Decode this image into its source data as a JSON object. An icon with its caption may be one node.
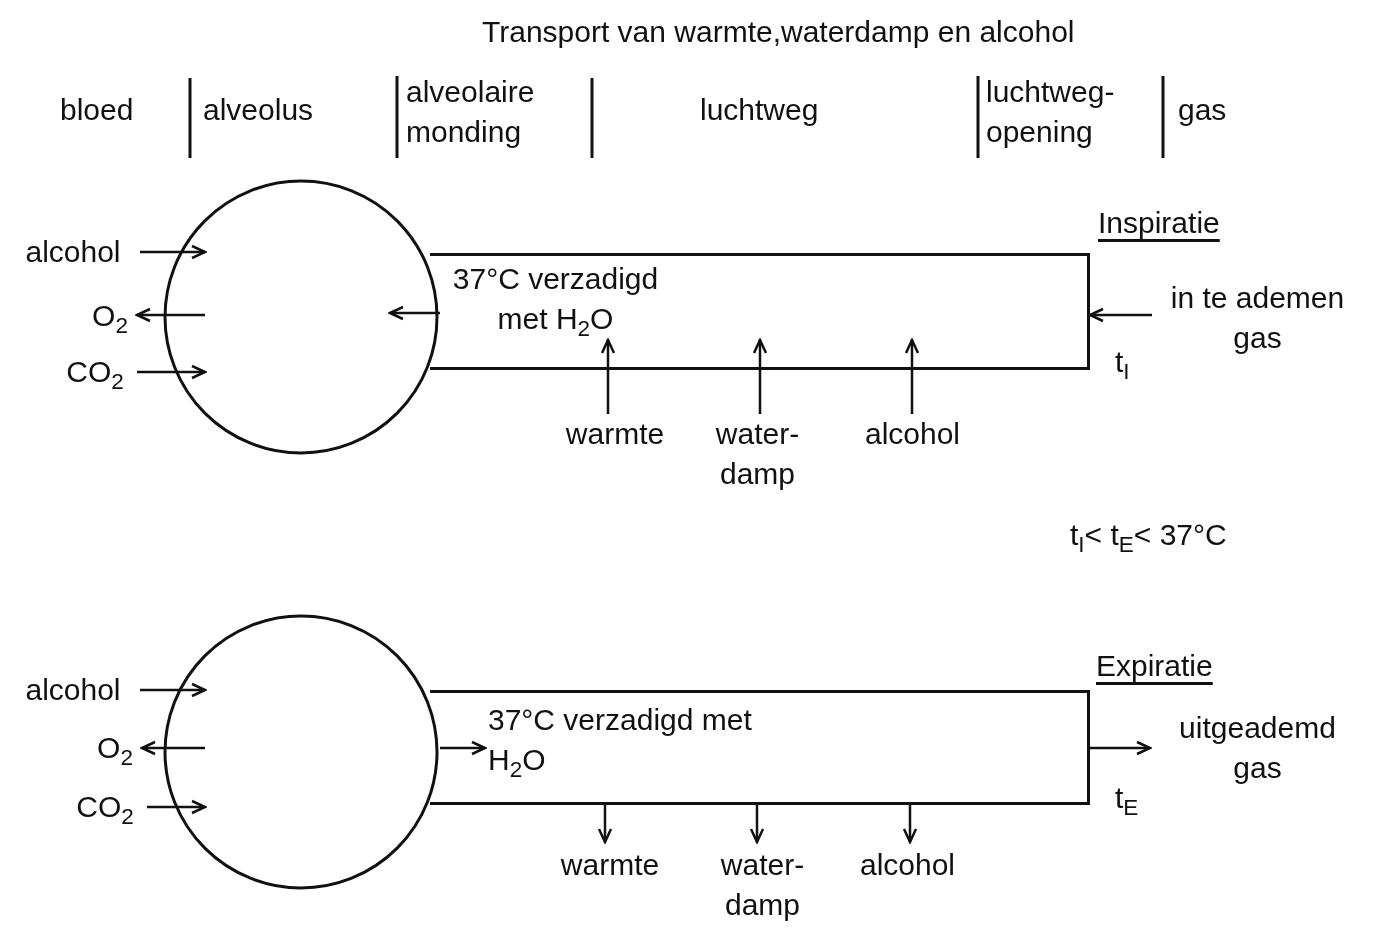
{
  "diagram": {
    "title": "Transport van warmte,waterdamp en alcohol",
    "nodes": [
      {
        "text": [],
        "shape": "circle"
      },
      {
        "text": [
          "37°C verzadigd met H$_{2}$O"
        ]
      },
      {
        "text": [
          "alcohol"
        ]
      },
      {
        "text": [
          "O$_{2}$"
        ]
      },
      {
        "text": [
          "CO$_{2}$"
        ]
      },
      {
        "text": [
          "in te ademen gas"
        ]
      },
      {
        "text": [
          "warmte"
        ]
      },
      {
        "text": [
          "water- damp"
        ]
      },
      {
        "text": [
          "alcohol"
        ]
      },
      {
        "text": [],
        "shape": "circle"
      },
      {
        "text": [
          "37°C verzadigd met H$_{2}$O"
        ]
      },
      {
        "text": [
          "alcohol"
        ]
      },
      {
        "text": [
          "O$_{2}$"
        ]
      },
      {
        "text": [
          "CO$_{2}$"
        ]
      },
      {
        "text": [
          "uitgeademd gas"
        ]
      },
      {
        "text": [
          "warmte"
        ]
      },
      {
        "text": [
          "water- damp"
        ]
      },
      {
        "text": [
          "alcohol"
        ]
      }
    ],
    "edges": [
      {
        "from": 2,
        "to": 0,
        "arrow": "to"
      },
      {
        "from": 0,
        "to": 3,
        "arrow": "to"
      },
      {
        "from": 4,
        "to": 0,
        "arrow": "to"
      },
      {
        "from": 1,
        "to": 0,
        "arrow": "to"
      },
      {
        "from": 5,
        "to": 1,
        "arrow": "to"
      },
      {
        "from": 6,
        "to": 1,
        "arrow": "to"
      },
      {
        "from": 7,
        "to": 1,
        "arrow": "to"
      },
      {
        "from": 8,
        "to": 1,
        "arrow": "to"
      },
      {
        "from": 11,
        "to": 9,
        "arrow": "to"
      },
      {
        "from": 9,
        "to": 12,
        "arrow": "to"
      },
      {
        "from": 13,
        "to": 9,
        "arrow": "to"
      },
      {
        "from": 9,
        "to": 10,
        "arrow": "to"
      },
      {
        "from": 10,
        "to": 14,
        "arrow": "to"
      },
      {
        "from": 10,
        "to": 15,
        "arrow": "to"
      },
      {
        "from": 10,
        "to": 16,
        "arrow": "to"
      },
      {
        "from": 10,
        "to": 17,
        "arrow": "to"
      }
    ],
    "labels": [
      "bloed",
      "alveolus",
      "alveolaire monding",
      "luchtweg",
      "luchtweg- opening",
      "gas",
      "Inspiratie",
      "t$_{I}$",
      "t$_{I}$< t$_{E}$< 37°C",
      "Expiratie",
      "t$_{E}$"
    ]
  }
}
